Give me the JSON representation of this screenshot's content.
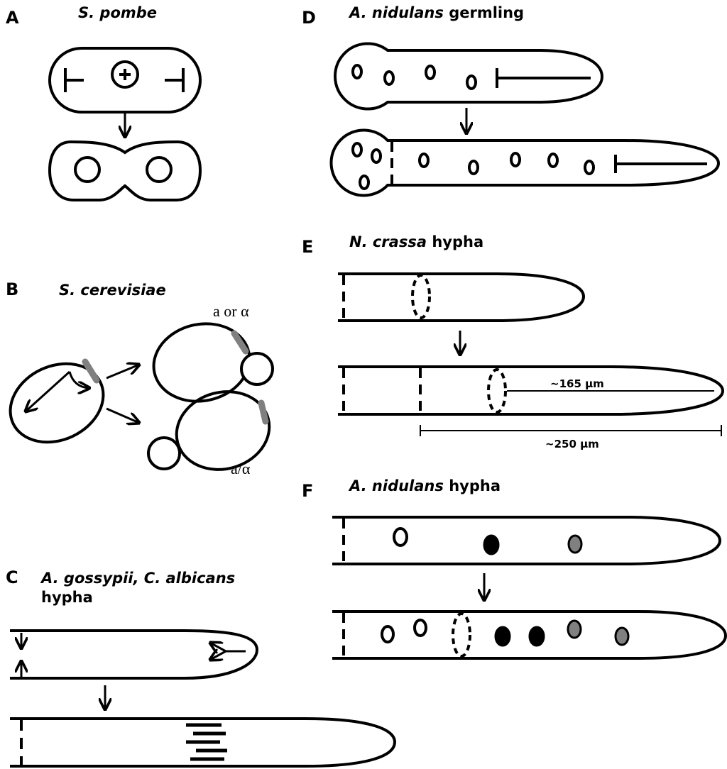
{
  "panels": {
    "A": {
      "letter": "A",
      "organism": "S. pombe"
    },
    "B": {
      "letter": "B",
      "organism": "S. cerevisiae",
      "label_top": "a or α",
      "label_bottom": "a/α"
    },
    "C": {
      "letter": "C",
      "organism": "A. gossypii, C. albicans",
      "organism_suffix": "hypha"
    },
    "D": {
      "letter": "D",
      "organism": "A. nidulans",
      "organism_suffix": " germling"
    },
    "E": {
      "letter": "E",
      "organism": "N. crassa",
      "organism_suffix": " hypha",
      "measure_inner": "~165 µm",
      "measure_outer": "~250 µm"
    },
    "F": {
      "letter": "F",
      "organism": "A. nidulans",
      "organism_suffix": " hypha"
    }
  },
  "colors": {
    "ink": "#000000",
    "gray": "#808080",
    "background": "#ffffff"
  }
}
